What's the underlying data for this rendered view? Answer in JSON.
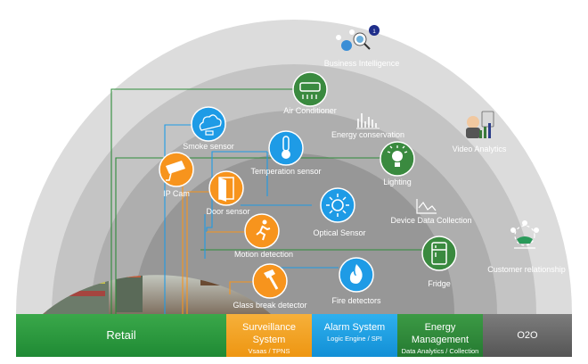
{
  "nodes": {
    "business_intelligence": "Business Intelligence",
    "air_conditioner": "Air Conditioner",
    "energy_conservation": "Energy conservation",
    "video_analytics": "Video Analytics",
    "smoke_sensor": "Smoke sensor",
    "temperation_sensor": "Temperation sensor",
    "lighting": "Lighting",
    "ip_cam": "IP Cam",
    "door_sensor": "Door sensor",
    "device_data_collection": "Device Data Collection",
    "optical_sensor": "Optical Sensor",
    "motion_detection": "Motion detection",
    "fridge": "Fridge",
    "customer_relationship": "Customer relationship",
    "glass_break_detector": "Glass break detector",
    "fire_detectors": "Fire detectors"
  },
  "badge": "1",
  "bottom_bar": {
    "retail": "Retail",
    "surveillance_title": "Surveillance System",
    "surveillance_sub": "Vsaas / TPNS",
    "alarm_title": "Alarm System",
    "alarm_sub": "Logic Engine / SPI",
    "energy_title": "Energy Management",
    "energy_sub": "Data Analytics / Collection",
    "o2o": "O2O"
  },
  "colors": {
    "blue": "#1e9be6",
    "orange": "#f7941d",
    "green": "#3a8a3f",
    "retail_green": "#2a9a3c",
    "surveillance_orange": "#f4a11e",
    "alarm_blue": "#1aa0e2",
    "energy_green": "#2f8f3b",
    "o2o_gray": "#6e6e6e"
  }
}
